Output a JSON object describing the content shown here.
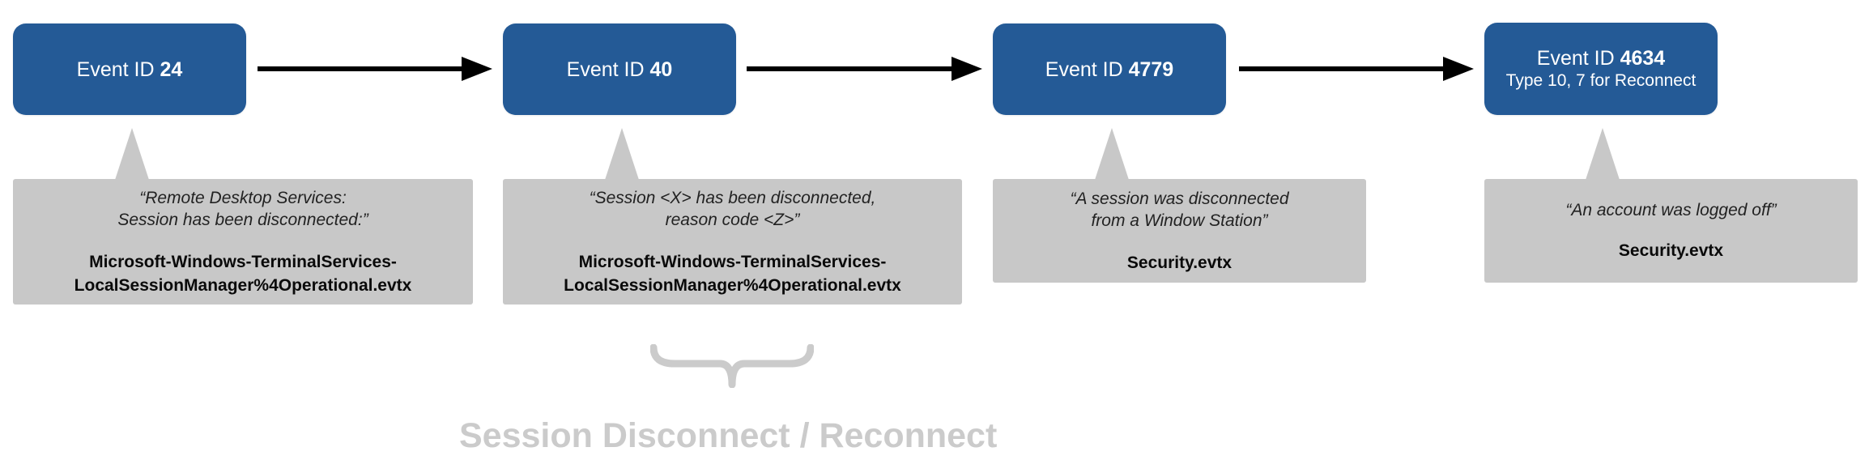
{
  "events": [
    {
      "prefix": "Event ID ",
      "number": "24",
      "subtitle": ""
    },
    {
      "prefix": "Event ID ",
      "number": "40",
      "subtitle": ""
    },
    {
      "prefix": "Event ID ",
      "number": "4779",
      "subtitle": ""
    },
    {
      "prefix": "Event ID ",
      "number": "4634",
      "subtitle": "Type 10, 7 for Reconnect"
    }
  ],
  "callouts": [
    {
      "quote": "“Remote Desktop Services:\nSession has been disconnected:”",
      "source": "Microsoft-Windows-TerminalServices-\nLocalSessionManager%4Operational.evtx"
    },
    {
      "quote": "“Session <X> has been disconnected,\nreason code <Z>”",
      "source": "Microsoft-Windows-TerminalServices-\nLocalSessionManager%4Operational.evtx"
    },
    {
      "quote": "“A session was disconnected\nfrom a Window Station”",
      "source": "Security.evtx"
    },
    {
      "quote": "“An account was logged off”",
      "source": "Security.evtx"
    }
  ],
  "caption": "Session Disconnect / Reconnect",
  "colors": {
    "event_box": "#245a96",
    "callout": "#c8c8c8",
    "arrow": "#000000",
    "caption": "#cbcbcb"
  }
}
